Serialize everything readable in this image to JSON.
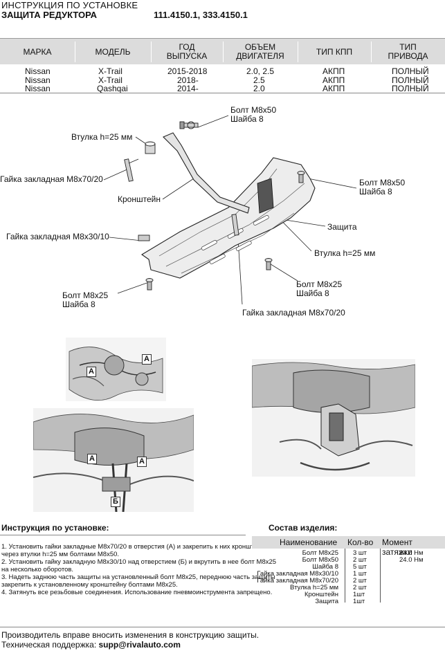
{
  "header": {
    "line1": "ИНСТРУКЦИЯ ПО УСТАНОВКЕ",
    "line2": "ЗАЩИТА РЕДУКТОРА",
    "codes": "111.4150.1, 333.4150.1"
  },
  "spec_table": {
    "headers": [
      "МАРКА",
      "МОДЕЛЬ",
      "ГОД ВЫПУСКА",
      "ОБЪЕМ ДВИГАТЕЛЯ",
      "ТИП КПП",
      "ТИП ПРИВОДА"
    ],
    "header_lines": [
      [
        "МАРКА"
      ],
      [
        "МОДЕЛЬ"
      ],
      [
        "ГОД",
        "ВЫПУСКА"
      ],
      [
        "ОБЪЕМ",
        "ДВИГАТЕЛЯ"
      ],
      [
        "ТИП КПП"
      ],
      [
        "ТИП",
        "ПРИВОДА"
      ]
    ],
    "rows": [
      [
        "Nissan",
        "X-Trail",
        "2015-2018",
        "2.0, 2.5",
        "АКПП",
        "ПОЛНЫЙ"
      ],
      [
        "Nissan",
        "X-Trail",
        "2018-",
        "2.5",
        "АКПП",
        "ПОЛНЫЙ"
      ],
      [
        "Nissan",
        "Qashqai",
        "2014-",
        "2.0",
        "АКПП",
        "ПОЛНЫЙ"
      ]
    ]
  },
  "diagram_labels": {
    "bolt_top_1": "Болт М8х50",
    "bolt_top_2": "Шайба 8",
    "bushing_left": "Втулка h=25 мм",
    "nut_m8x70_left": "Гайка закладная М8х70/20",
    "bracket": "Кронштейн",
    "bolt_right_1": "Болт М8х50",
    "bolt_right_2": "Шайба 8",
    "guard": "Защита",
    "nut_m8x30": "Гайка закладная М8х30/10",
    "bushing_right": "Втулка h=25 мм",
    "bolt_left_1": "Болт М8х25",
    "bolt_left_2": "Шайба 8",
    "bolt_mid_1": "Болт М8х25",
    "bolt_mid_2": "Шайба 8",
    "nut_m8x70_bottom": "Гайка закладная М8х70/20"
  },
  "photo_markers": {
    "a1": "А",
    "a2": "А",
    "a3": "А",
    "a4": "А",
    "b": "Б"
  },
  "instructions": {
    "title": "Инструкция по установке:",
    "steps": [
      "1. Установить гайки закладные М8х70/20 в отверстия (А) и закрепить к них кронштейн через втулки h=25 мм болтами М8х50.",
      "2. Установить гайку закладную М8х30/10 над отверстием (Б) и вкрутить в нее болт М8х25 на несколько оборотов.",
      "3. Надеть заднюю часть защиты на установленный болт М8х25, переднюю часть защиты закрепить к установленному кронштейну болтами М8х25.",
      "4. Затянуть все резьбовые соединения. Использование пневмоинструмента запрещено."
    ]
  },
  "composition": {
    "title": "Состав изделия:",
    "headers": [
      "Наименование",
      "Кол-во",
      "Момент затяжки"
    ],
    "rows": [
      [
        "Болт М8х25",
        "3 шт",
        "24.0 Нм"
      ],
      [
        "Болт М8х50",
        "2 шт",
        "24.0 Нм"
      ],
      [
        "Шайба 8",
        "5 шт",
        ""
      ],
      [
        "Гайка закладная М8х30/10",
        "1 шт",
        ""
      ],
      [
        "Гайка закладная М8х70/20",
        "2 шт",
        ""
      ],
      [
        "Втулка h=25 мм",
        "2 шт",
        ""
      ],
      [
        "Кронштейн",
        "1шт",
        ""
      ],
      [
        "Защита",
        "1шт",
        ""
      ]
    ]
  },
  "footer": {
    "notice": "Производитель вправе вносить изменения в конструкцию защиты.",
    "support_label": "Техническая поддержка:",
    "support_email": "supp@rivalauto.com"
  }
}
